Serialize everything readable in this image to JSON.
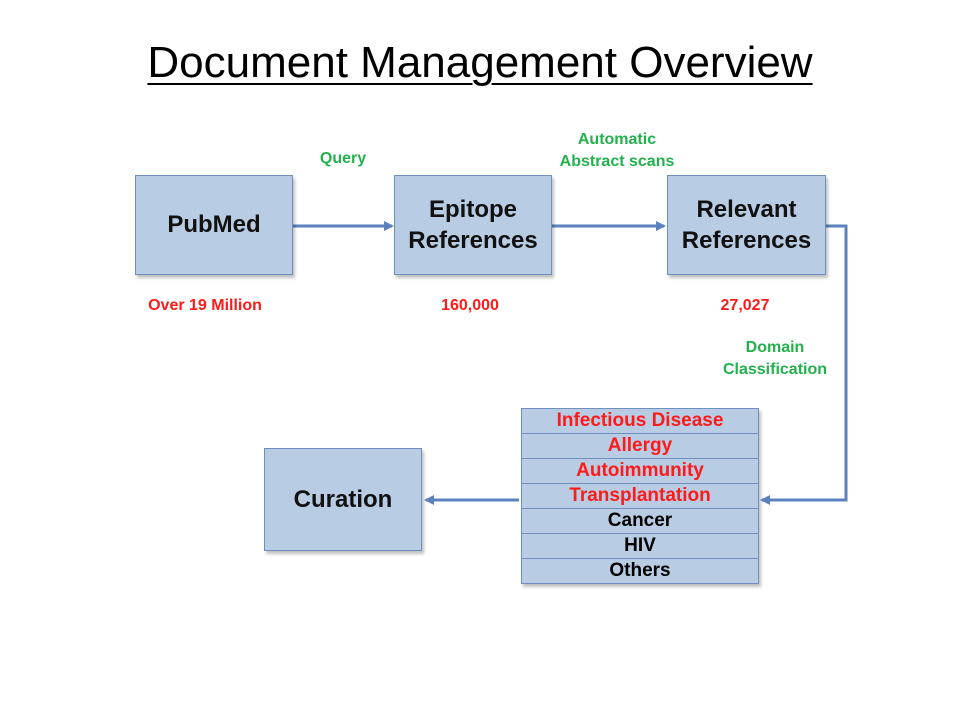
{
  "title": "Document Management Overview",
  "nodes": {
    "pubmed": "PubMed",
    "epitope": "Epitope\nReferences",
    "relevant": "Relevant\nReferences",
    "curation": "Curation"
  },
  "edges": {
    "query": "Query",
    "scans": "Automatic\nAbstract scans",
    "classification": "Domain\nClassification"
  },
  "counts": {
    "pubmed": "Over 19 Million",
    "epitope": "160,000",
    "relevant": "27,027"
  },
  "domains": [
    {
      "label": "Infectious Disease",
      "color": "#ff1a1a"
    },
    {
      "label": "Allergy",
      "color": "#ff1a1a"
    },
    {
      "label": "Autoimmunity",
      "color": "#ff1a1a"
    },
    {
      "label": "Transplantation",
      "color": "#ff1a1a"
    },
    {
      "label": "Cancer",
      "color": "#000000"
    },
    {
      "label": "HIV",
      "color": "#000000"
    },
    {
      "label": "Others",
      "color": "#000000"
    }
  ],
  "colors": {
    "box_fill": "#b8cce4",
    "edge_label": "#22b14c",
    "count_label": "#ff1a1a",
    "arrow": "#5b82be"
  }
}
